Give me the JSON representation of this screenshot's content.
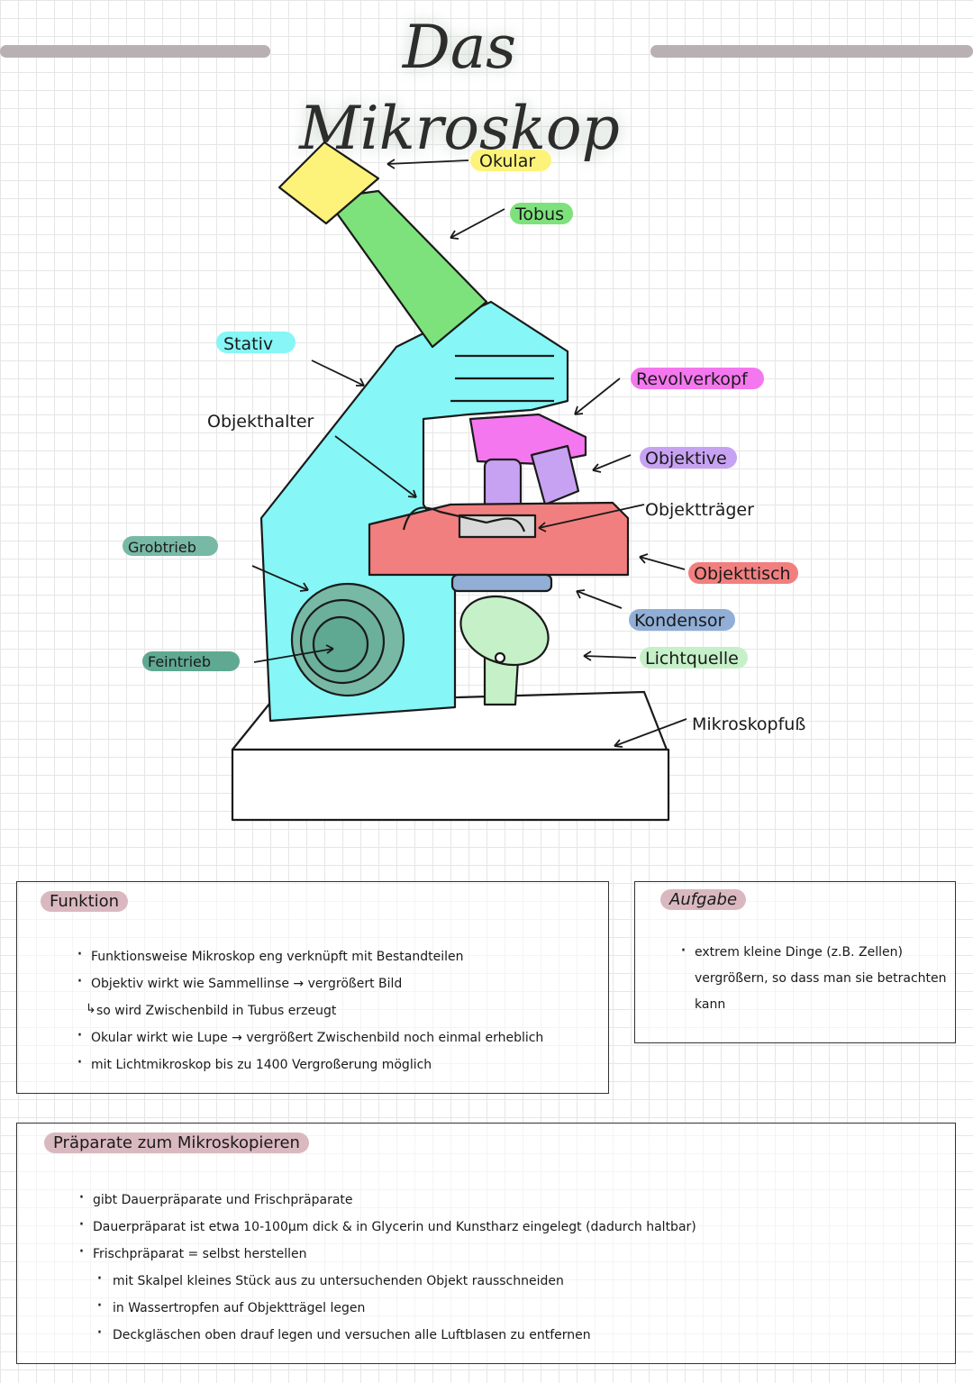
{
  "title": "Das Mikroskop",
  "labels": {
    "okular": "Okular",
    "tobus": "Tobus",
    "stativ": "Stativ",
    "objekthalter": "Objekthalter",
    "revolverkopf": "Revolverkopf",
    "objektive": "Objektive",
    "objekttraeger": "Objektträger",
    "grobtrieb": "Grobtrieb",
    "objekttisch": "Objekttisch",
    "kondensor": "Kondensor",
    "feintrieb": "Feintrieb",
    "lichtquelle": "Lichtquelle",
    "mikroskopfuss": "Mikroskopfuß"
  },
  "colors": {
    "okular": "#fef37a",
    "tobus": "#7de27b",
    "stativ": "#86f6f6",
    "revolverkopf": "#f577ef",
    "objektive": "#c8a2f2",
    "objekttisch": "#f27f7f",
    "kondensor": "#90aed6",
    "grobtrieb": "#78b9a5",
    "feintrieb": "#5fa891",
    "lichtquelle": "#c6f0c8",
    "objekttraeger": "#d9d9d9"
  },
  "funktion": {
    "heading": "Funktion",
    "items": [
      "Funktionsweise Mikroskop eng verknüpft mit Bestandteilen",
      "Objektiv wirkt wie Sammellinse → vergrößert Bild",
      "so wird Zwischenbild in Tubus erzeugt",
      "Okular wirkt wie Lupe → vergrößert Zwischenbild noch einmal erheblich",
      "mit Lichtmikroskop bis zu 1400 Vergroßerung möglich"
    ]
  },
  "aufgabe": {
    "heading": "Aufgabe",
    "items": [
      "extrem kleine Dinge (z.B. Zellen) vergrößern, so dass man sie betrachten kann"
    ]
  },
  "praeparate": {
    "heading": "Präparate zum Mikroskopieren",
    "items": [
      "gibt Dauerpräparate und Frischpräparate",
      "Dauerpräparat ist etwa 10-100μm dick & in Glycerin und Kunstharz eingelegt (dadurch haltbar)",
      "Frischpräparat = selbst herstellen",
      "mit Skalpel kleines Stück aus zu untersuchenden Objekt rausschneiden",
      "in Wassertropfen auf Objektträgel legen",
      "Deckgläschen oben drauf legen und versuchen alle Luftblasen zu entfernen"
    ]
  }
}
